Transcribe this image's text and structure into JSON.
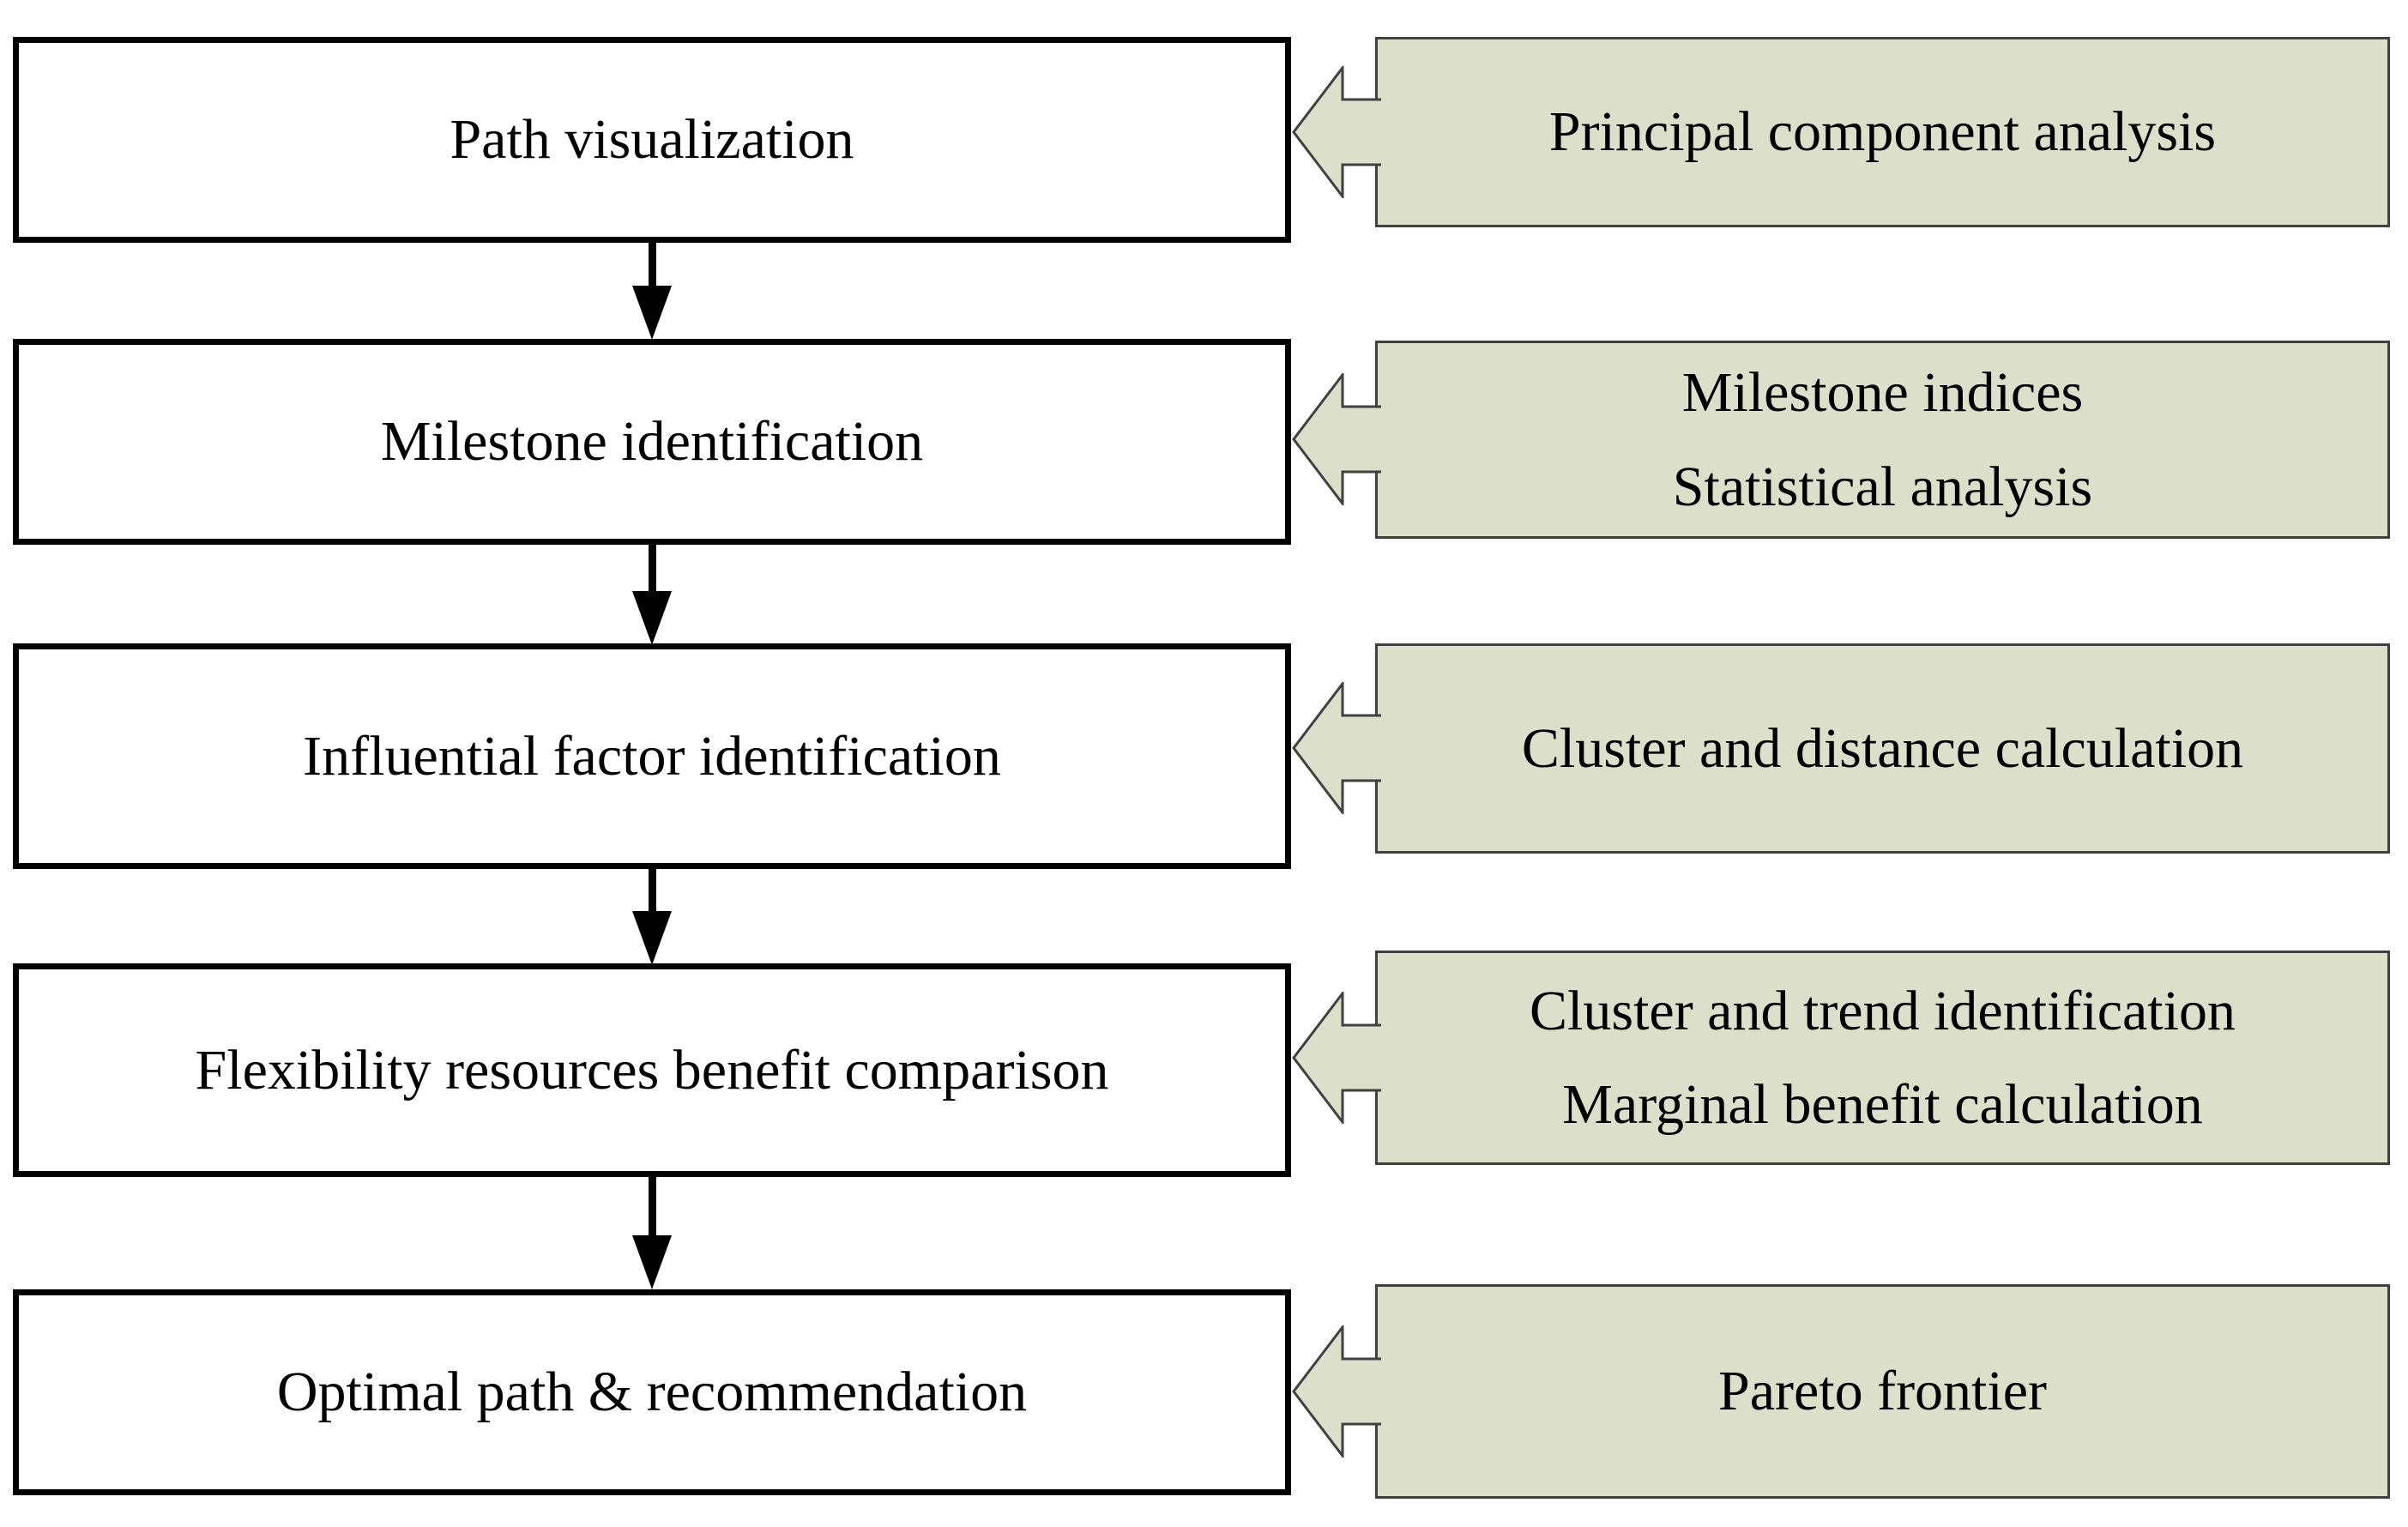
{
  "colors": {
    "background": "#ffffff",
    "process_fill": "#ffffff",
    "process_border": "#000000",
    "method_fill": "#dce0cb",
    "method_border": "#404040",
    "connector": "#000000",
    "text": "#000000"
  },
  "icons": {
    "down_arrow": "down-arrow-icon",
    "left_block_arrow": "left-block-arrow-icon"
  },
  "rows": [
    {
      "process": "Path visualization",
      "method_lines": [
        "Principal component analysis"
      ]
    },
    {
      "process": "Milestone identification",
      "method_lines": [
        "Milestone indices",
        "Statistical analysis"
      ]
    },
    {
      "process": "Influential factor identification",
      "method_lines": [
        "Cluster and distance calculation"
      ]
    },
    {
      "process": "Flexibility resources benefit comparison",
      "method_lines": [
        "Cluster and trend identification",
        "Marginal benefit calculation"
      ]
    },
    {
      "process": "Optimal path & recommendation",
      "method_lines": [
        "Pareto frontier"
      ]
    }
  ]
}
